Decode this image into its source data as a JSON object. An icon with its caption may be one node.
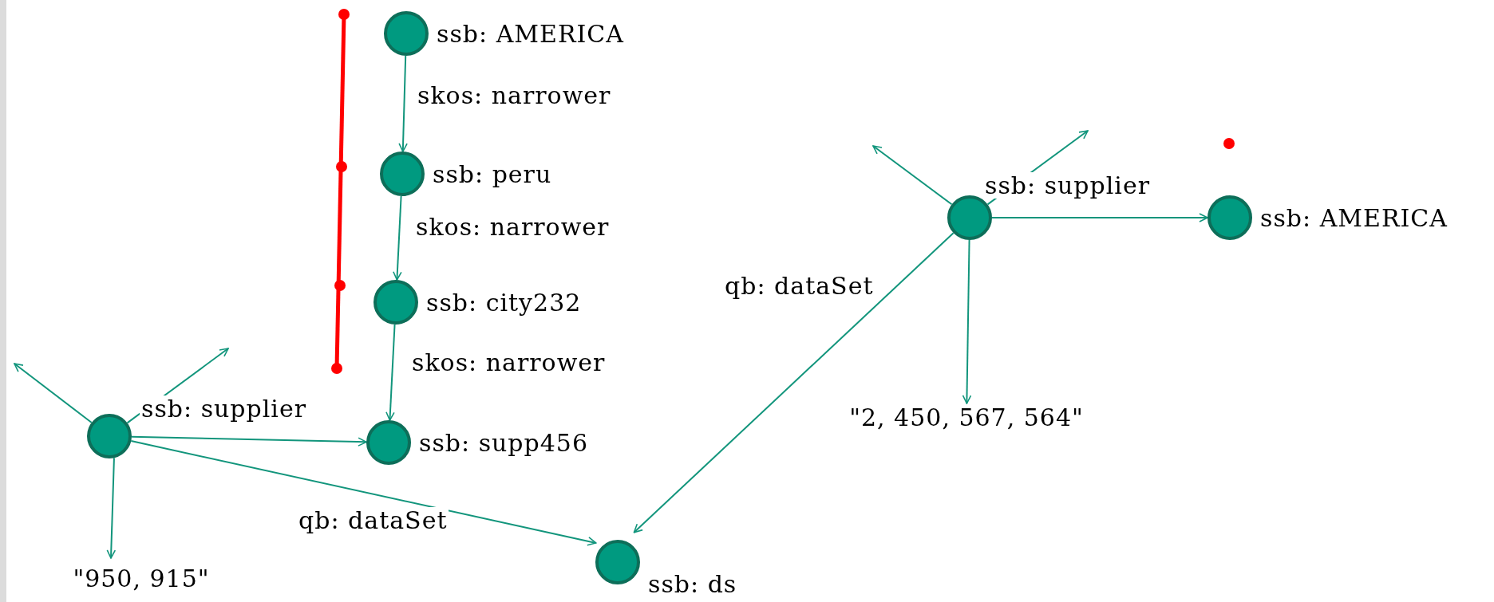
{
  "diagram": {
    "nodes": [
      {
        "text": [
          "ssb: AMERICA"
        ]
      },
      {
        "text": [
          "ssb: peru"
        ]
      },
      {
        "text": [
          "ssb: city232"
        ]
      },
      {
        "text": [
          "ssb: supp456"
        ]
      },
      {
        "text": [],
        "shape": "circle"
      },
      {
        "text": [
          "\"950, 915\""
        ]
      },
      {
        "text": [
          "ssb: ds"
        ]
      },
      {
        "text": [],
        "shape": "circle"
      },
      {
        "text": [
          "ssb: AMERICA"
        ]
      },
      {
        "text": [
          "\"2, 450, 567, 564\""
        ]
      }
    ],
    "edges": [
      {
        "from": 0,
        "to": 1,
        "arrow": "to",
        "label": "skos: narrower"
      },
      {
        "from": 1,
        "to": 2,
        "arrow": "to",
        "label": "skos: narrower"
      },
      {
        "from": 2,
        "to": 3,
        "arrow": "to",
        "label": "skos: narrower"
      },
      {
        "from": 4,
        "to": 3,
        "arrow": "to",
        "label": "ssb: supplier"
      },
      {
        "from": 4,
        "to": 6,
        "arrow": "to",
        "label": "qb: dataSet"
      },
      {
        "from": 4,
        "to": 5,
        "arrow": "to"
      },
      {
        "from": 4,
        "to": null,
        "arrow": "to"
      },
      {
        "from": 4,
        "to": null,
        "arrow": "to"
      },
      {
        "from": 7,
        "to": 6,
        "arrow": "to",
        "label": "qb: dataSet"
      },
      {
        "from": 7,
        "to": 8,
        "arrow": "to",
        "label": "ssb: supplier"
      },
      {
        "from": 7,
        "to": 9,
        "arrow": "to"
      },
      {
        "from": 7,
        "to": null,
        "arrow": "to"
      },
      {
        "from": 7,
        "to": null,
        "arrow": "to"
      }
    ]
  }
}
